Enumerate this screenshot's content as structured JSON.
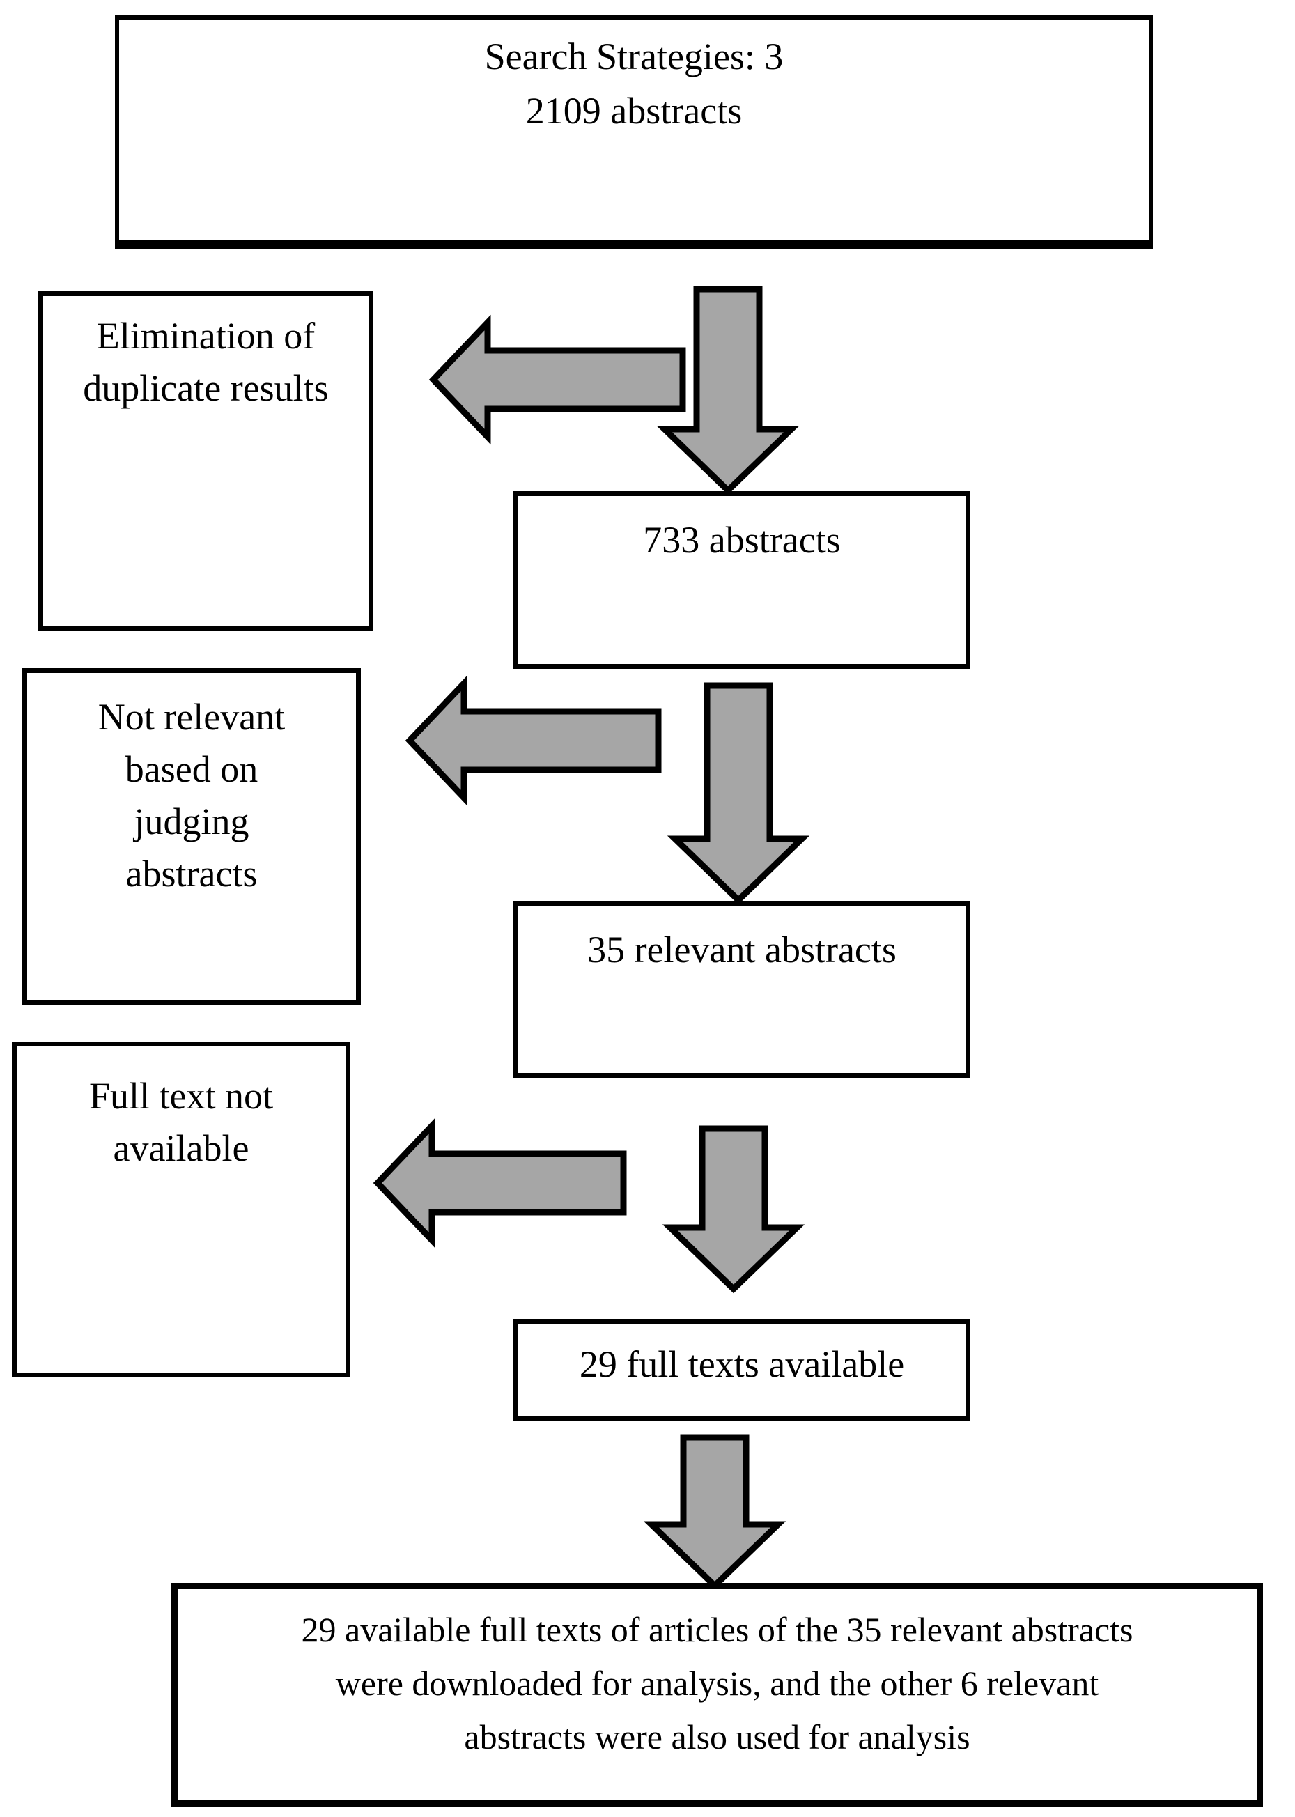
{
  "diagram": {
    "title_box": "Search Strategies: 3\n2109 abstracts",
    "boxes": {
      "abstracts_733": "733 abstracts",
      "relevant_35": "35 relevant abstracts",
      "fulltexts_29": "29 full texts available",
      "elimination": "Elimination of\nduplicate results",
      "not_relevant": "Not relevant\nbased on\njudging\nabstracts",
      "no_fulltext": "Full text not\navailable",
      "result": "29 available full texts of articles of the 35 relevant abstracts\nwere downloaded for analysis, and the other 6 relevant\nabstracts were also used for analysis"
    },
    "colors": {
      "background": "#ffffff",
      "box_border": "#000000",
      "text": "#000000",
      "arrow_fill": "#a6a6a6",
      "arrow_outline": "#000000"
    }
  }
}
